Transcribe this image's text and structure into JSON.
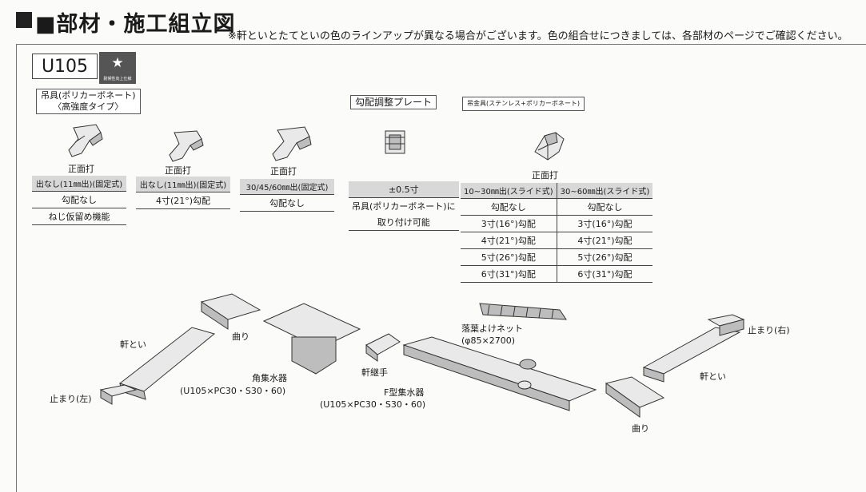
{
  "header": {
    "title": "■部材・施工組立図",
    "note": "※軒といとたてといの色のラインアップが異なる場合がございます。色の組合せにつきましては、各部材のページでご確認ください。"
  },
  "product": {
    "code": "U105",
    "star": "★",
    "star_caption": "耐候性向上仕様"
  },
  "parts": {
    "hook1": {
      "title_lines": [
        "吊具(ポリカーボネート)",
        "〈高強度タイプ〉"
      ],
      "caption": "正面打",
      "rows": [
        "出なし(11㎜出)(固定式)",
        "勾配なし",
        "ねじ仮留め機能"
      ]
    },
    "hook2": {
      "caption": "正面打",
      "rows": [
        "出なし(11㎜出)(固定式)",
        "4寸(21°)勾配"
      ]
    },
    "hook3": {
      "caption": "正面打",
      "rows": [
        "30/45/60㎜出(固定式)",
        "勾配なし"
      ]
    },
    "plate": {
      "title": "勾配調整プレート",
      "rows": [
        "±0.5寸",
        "吊具(ポリカーボネート)に",
        "取り付け可能"
      ]
    },
    "hook4": {
      "title": "吊金具(ステンレス+ポリカーボネート)",
      "caption": "正面打",
      "headers": [
        "10~30㎜出(スライド式)",
        "30~60㎜出(スライド式)"
      ],
      "rows": [
        [
          "勾配なし",
          "勾配なし"
        ],
        [
          "3寸(16°)勾配",
          "3寸(16°)勾配"
        ],
        [
          "4寸(21°)勾配",
          "4寸(21°)勾配"
        ],
        [
          "5寸(26°)勾配",
          "5寸(26°)勾配"
        ],
        [
          "6寸(31°)勾配",
          "6寸(31°)勾配"
        ]
      ]
    }
  },
  "assembly": {
    "nokitoi_left": "軒とい",
    "magari_top": "曲り",
    "tomari_left": "止まり(左)",
    "kaku_line1": "角集水器",
    "kaku_line2": "(U105×PC30・S30・60)",
    "noki_tsugite": "軒継手",
    "f_line1": "F型集水器",
    "f_line2": "(U105×PC30・S30・60)",
    "net_line1": "落葉よけネット",
    "net_line2": "(φ85×2700)",
    "tomari_right": "止まり(右)",
    "nokitoi_right": "軒とい",
    "magari_bottom": "曲り"
  }
}
